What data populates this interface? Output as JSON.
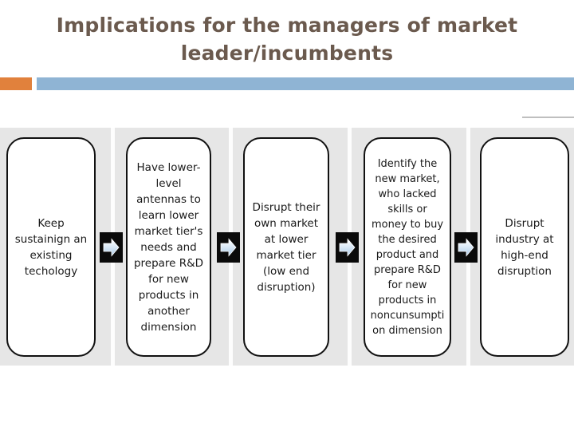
{
  "slide": {
    "title": "Implications for the managers of market leader/incumbents",
    "title_color": "#6b5a4e",
    "accent_orange": "#e1813c",
    "accent_blue": "#8fb4d4",
    "panel_background": "#e6e6e6"
  },
  "diagram": {
    "type": "process-flow",
    "direction": "left-to-right",
    "box_count": 5,
    "arrow_count": 4,
    "box_fill": "#ffffff",
    "box_border": "#111111",
    "arrow_background": "#0a0a0a",
    "arrow_fill": "#cfe2f3",
    "steps": [
      {
        "index": 1,
        "name": "keep-sustaining-existing-technology",
        "text": "Keep sustainign an existing techology"
      },
      {
        "index": 2,
        "name": "lower-level-antennas",
        "text": "Have lower-level antennas to learn lower market tier's needs and prepare R&D for new products in another dimension"
      },
      {
        "index": 3,
        "name": "low-end-disruption",
        "text": "Disrupt their own market at lower market tier (low end disruption)"
      },
      {
        "index": 4,
        "name": "identify-new-market",
        "text": "Identify the new market, who lacked skills or money to buy the desired product and prepare R&D for new products in noncunsumption dimension"
      },
      {
        "index": 5,
        "name": "high-end-disruption",
        "text": "Disrupt industry at high-end disruption"
      }
    ],
    "arrows": [
      {
        "index": 1,
        "name": "flow-arrow-1",
        "glyph": "right-block-arrow-icon"
      },
      {
        "index": 2,
        "name": "flow-arrow-2",
        "glyph": "right-block-arrow-icon"
      },
      {
        "index": 3,
        "name": "flow-arrow-3",
        "glyph": "right-block-arrow-icon"
      },
      {
        "index": 4,
        "name": "flow-arrow-4",
        "glyph": "right-block-arrow-icon"
      }
    ]
  }
}
